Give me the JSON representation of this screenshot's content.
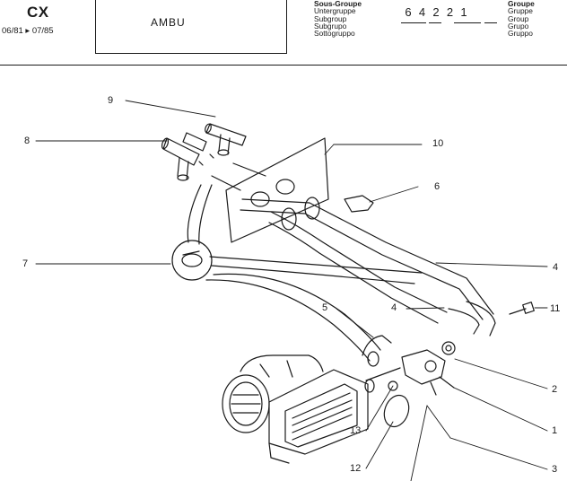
{
  "header": {
    "model": "CX",
    "dates": "06/81 ▸ 07/85",
    "name": "AMBU",
    "subgroup_labels": [
      "Sous-Groupe",
      "Untergruppe",
      "Subgroup",
      "Subgrupo",
      "Sottogruppo"
    ],
    "code_digits": [
      "6",
      "4",
      "2",
      "2",
      "1",
      ""
    ],
    "group_labels": [
      "Groupe",
      "Gruppe",
      "Group",
      "Grupo",
      "Gruppo"
    ]
  },
  "callouts": {
    "c9": "9",
    "c8": "8",
    "c10": "10",
    "c6": "6",
    "c7": "7",
    "c4a": "4",
    "c4b": "4",
    "c5": "5",
    "c11": "11",
    "c2": "2",
    "c13": "13",
    "c1": "1",
    "c12": "12",
    "c3": "3"
  }
}
